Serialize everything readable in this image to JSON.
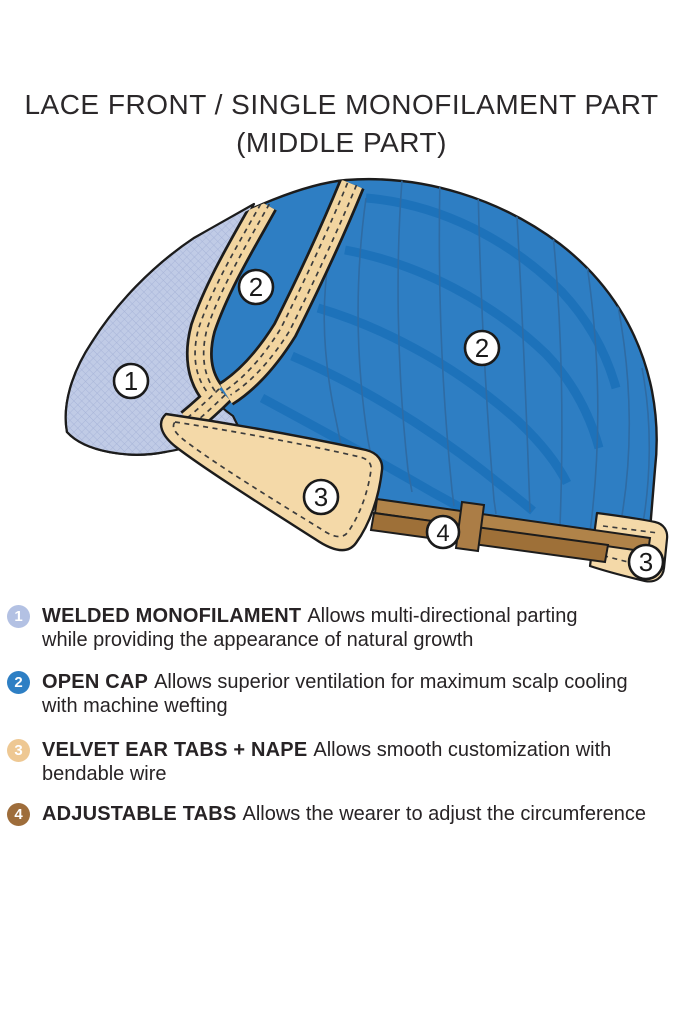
{
  "title": {
    "line1": "LACE FRONT / SINGLE MONOFILAMENT PART",
    "line2": "(MIDDLE PART)"
  },
  "diagram": {
    "description": "Side view of wig cap construction",
    "markers": [
      {
        "id": "marker-1-lace-front",
        "label": "1"
      },
      {
        "id": "marker-2-open-cap-front",
        "label": "2"
      },
      {
        "id": "marker-2-open-cap-main",
        "label": "2"
      },
      {
        "id": "marker-3-ear-tab",
        "label": "3"
      },
      {
        "id": "marker-4-adjustable-tab",
        "label": "4"
      },
      {
        "id": "marker-3-nape-tab",
        "label": "3"
      }
    ],
    "colors": {
      "cap_blue": "#2e7ec3",
      "weft_band_blue": "#1d72ba",
      "weft_line_blue": "#2f6ba3",
      "lace_lavender": "#c0cbe6",
      "lace_hatch": "#a7b4d8",
      "monofilament_tan": "#f2d5a0",
      "ear_tab_tan": "#f4d9a8",
      "strap_brown": "#b08349",
      "strap_dark_brown": "#9e7038",
      "outline_black": "#1c1c1c"
    }
  },
  "legend": {
    "items": [
      {
        "number": "1",
        "color": "#b3c1e3",
        "title": "WELDED MONOFILAMENT",
        "desc_line1": "Allows multi-directional parting",
        "desc_line2": "while providing the appearance of natural growth"
      },
      {
        "number": "2",
        "color": "#2e7fc4",
        "title": "OPEN CAP",
        "desc_line1": "Allows superior ventilation for maximum scalp cooling",
        "desc_line2": "with machine wefting"
      },
      {
        "number": "3",
        "color": "#eec893",
        "title": "VELVET EAR TABS + NAPE",
        "desc_line1": "Allows smooth customization with",
        "desc_line2": "bendable wire"
      },
      {
        "number": "4",
        "color": "#9e6d3b",
        "title": "ADJUSTABLE TABS",
        "desc_line1": "Allows the wearer to adjust the circumference",
        "desc_line2": ""
      }
    ]
  }
}
